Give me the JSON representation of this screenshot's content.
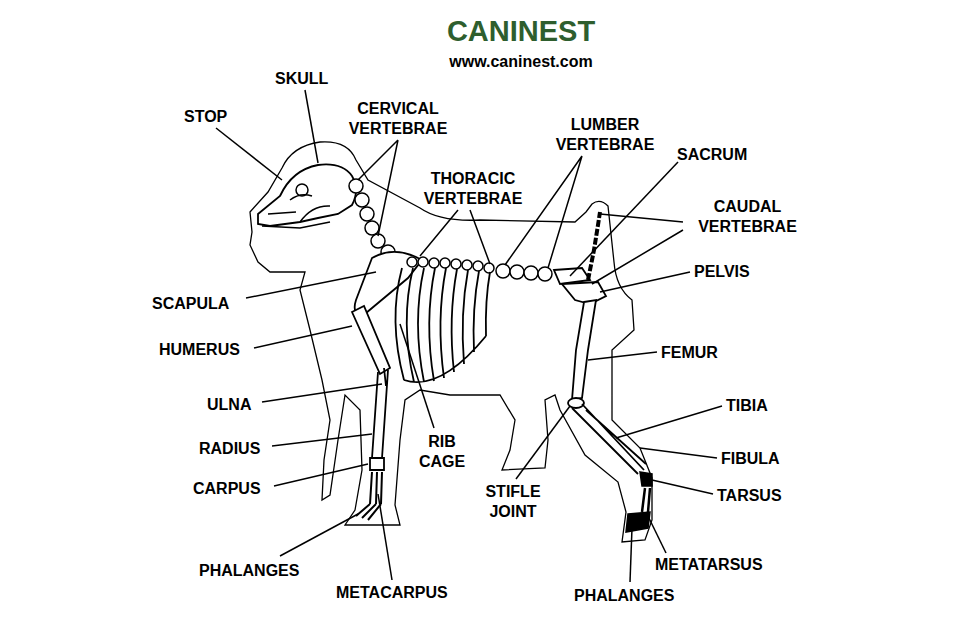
{
  "diagram": {
    "title": "CANINEST",
    "labels": [
      "www.caninest.com",
      "STOP",
      "SKULL",
      "CERVICAL VERTEBRAE",
      "THORACIC VERTEBRAE",
      "LUMBER VERTEBRAE",
      "SACRUM",
      "CAUDAL VERTEBRAE",
      "PELVIS",
      "FEMUR",
      "TIBIA",
      "FIBULA",
      "TARSUS",
      "METATARSUS",
      "PHALANGES",
      "STIFLE JOINT",
      "RIB CAGE",
      "METACARPUS",
      "PHALANGES",
      "CARPUS",
      "RADIUS",
      "ULNA",
      "HUMERUS",
      "SCAPULA"
    ]
  }
}
